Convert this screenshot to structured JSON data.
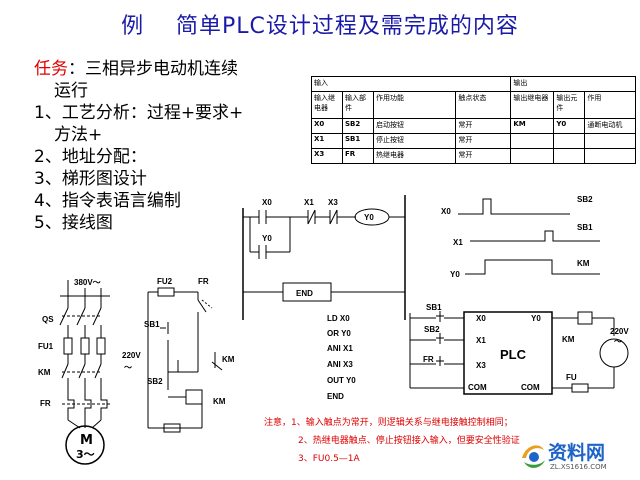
{
  "title": "例    简单PLC设计过程及需完成的内容",
  "task": {
    "prefix": "任务",
    "text": "：三相异步电动机连续",
    "text2": "运行"
  },
  "steps": [
    "1、工艺分析：过程+要求+",
    "方法+",
    "2、地址分配：",
    "3、梯形图设计",
    "4、指令表语言编制",
    "5、接线图"
  ],
  "io_table": {
    "input_header": "输入",
    "output_header": "输出",
    "col_input_relay": "输入继电器",
    "col_input_component": "输入部件",
    "col_function": "作用功能",
    "col_contact": "触点状态",
    "col_output_relay": "输出继电器",
    "col_output_component": "输出元件",
    "col_output_function": "作用",
    "rows": [
      {
        "relay": "X0",
        "component": "SB2",
        "function": "启动按钮",
        "state": "常开",
        "out_relay": "KM",
        "out_comp": "Y0",
        "out_func": "通断电动机"
      },
      {
        "relay": "X1",
        "component": "SB1",
        "function": "停止按钮",
        "state": "常开",
        "out_relay": "",
        "out_comp": "",
        "out_func": ""
      },
      {
        "relay": "X3",
        "component": "FR",
        "function": "热继电器",
        "state": "常开",
        "out_relay": "",
        "out_comp": "",
        "out_func": ""
      }
    ]
  },
  "ladder": {
    "x0": "X0",
    "x1": "X1",
    "x3": "X3",
    "y0_coil": "Y0",
    "y0_contact": "Y0",
    "end": "END"
  },
  "instructions": [
    "LD  X0",
    "OR  Y0",
    "ANI X1",
    "ANI X3",
    "OUT Y0",
    "END"
  ],
  "timing": {
    "x0": "X0",
    "x1": "X1",
    "y0": "Y0",
    "sb2": "SB2",
    "sb1": "SB1",
    "km": "KM"
  },
  "main_circuit": {
    "voltage": "380V～",
    "qs": "QS",
    "fu1": "FU1",
    "km": "KM",
    "fr": "FR",
    "motor": "M",
    "motor_phase": "3～"
  },
  "control_circuit": {
    "fu2": "FU2",
    "fr": "FR",
    "sb1": "SB1",
    "v220": "220V",
    "tilde": "～",
    "km": "KM",
    "sb2": "SB2",
    "km_coil": "KM"
  },
  "wiring": {
    "sb1": "SB1",
    "sb2": "SB2",
    "fr": "FR",
    "x0": "X0",
    "x1": "X1",
    "x3": "X3",
    "y0": "Y0",
    "com1": "COM",
    "com2": "COM",
    "plc": "PLC",
    "km": "KM",
    "v220": "220V",
    "tilde": "～",
    "fu": "FU"
  },
  "notes": [
    "注意，1、输入触点为常开，则逻辑关系与继电接触控制相同；",
    "2、热继电器触点、停止按钮接入输入，但要安全性验证",
    "3、FU0.5—1A"
  ],
  "watermark": {
    "brand": "资料网",
    "url": "ZL.XS1616.COM"
  },
  "colors": {
    "title": "#1a1aa8",
    "accent_red": "#e00000",
    "watermark_blue": "#1e64c8"
  }
}
